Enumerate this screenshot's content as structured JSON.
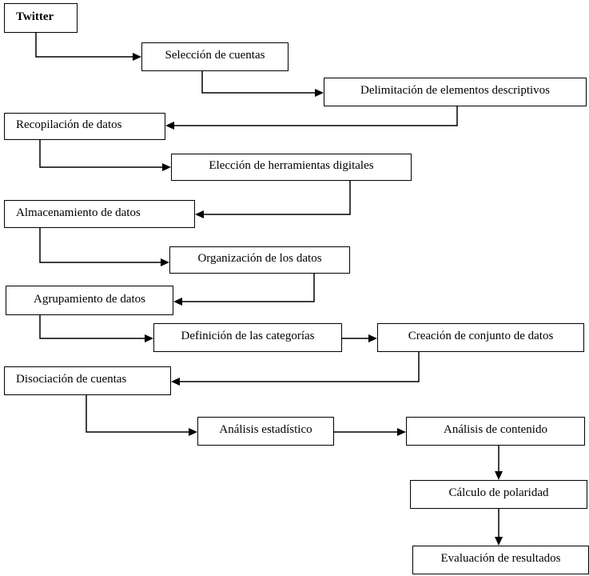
{
  "diagram": {
    "nodes": [
      {
        "id": "b1",
        "label": "Twitter"
      },
      {
        "id": "b2",
        "label": "Selección de cuentas"
      },
      {
        "id": "b3",
        "label": "Delimitación de elementos descriptivos"
      },
      {
        "id": "b4",
        "label": "Recopilación de datos"
      },
      {
        "id": "b5",
        "label": "Elección de herramientas digitales"
      },
      {
        "id": "b6",
        "label": "Almacenamiento de datos"
      },
      {
        "id": "b7",
        "label": "Organización de los datos"
      },
      {
        "id": "b8",
        "label": "Agrupamiento de datos"
      },
      {
        "id": "b9",
        "label": "Definición de las categorías"
      },
      {
        "id": "b10",
        "label": "Creación de conjunto de datos"
      },
      {
        "id": "b11",
        "label": "Disociación de cuentas"
      },
      {
        "id": "b12",
        "label": "Análisis estadístico"
      },
      {
        "id": "b13",
        "label": "Análisis de contenido"
      },
      {
        "id": "b14",
        "label": "Cálculo de polaridad"
      },
      {
        "id": "b15",
        "label": "Evaluación de resultados"
      }
    ],
    "edges": [
      {
        "from": "b1",
        "to": "b2"
      },
      {
        "from": "b2",
        "to": "b3"
      },
      {
        "from": "b3",
        "to": "b4"
      },
      {
        "from": "b4",
        "to": "b5"
      },
      {
        "from": "b5",
        "to": "b6"
      },
      {
        "from": "b6",
        "to": "b7"
      },
      {
        "from": "b7",
        "to": "b8"
      },
      {
        "from": "b8",
        "to": "b9"
      },
      {
        "from": "b9",
        "to": "b10"
      },
      {
        "from": "b10",
        "to": "b11"
      },
      {
        "from": "b11",
        "to": "b12"
      },
      {
        "from": "b12",
        "to": "b13"
      },
      {
        "from": "b13",
        "to": "b14"
      },
      {
        "from": "b14",
        "to": "b15"
      }
    ]
  }
}
